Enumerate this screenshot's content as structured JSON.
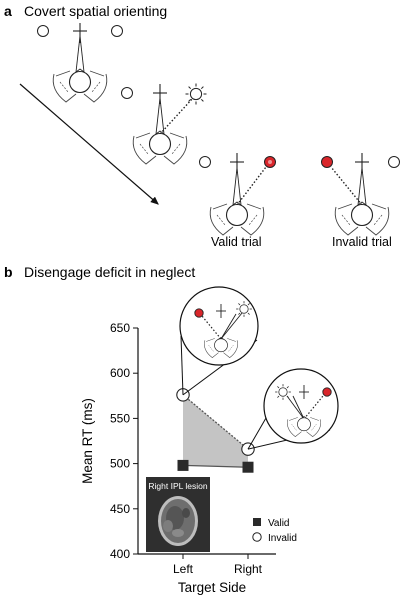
{
  "panel_a": {
    "letter": "a",
    "title": "Covert spatial orienting",
    "valid_label": "Valid trial",
    "invalid_label": "Invalid trial"
  },
  "panel_b": {
    "letter": "b",
    "title": "Disengage deficit in neglect",
    "inset_label": "Right IPL lesion"
  },
  "colors": {
    "target_red": "#d9262b",
    "shade": "#c4c4c4",
    "marker_dark": "#2a2a2a"
  },
  "chart_data": {
    "type": "line",
    "title": "",
    "xlabel": "Target Side",
    "ylabel": "Mean RT (ms)",
    "categories": [
      "Left",
      "Right"
    ],
    "ylim": [
      400,
      650
    ],
    "yticks": [
      "650",
      "600",
      "550",
      "500",
      "450",
      "400"
    ],
    "series": [
      {
        "name": "Valid",
        "marker": "filled-square",
        "values": [
          498,
          496
        ]
      },
      {
        "name": "Invalid",
        "marker": "open-circle",
        "values": [
          576,
          516
        ]
      }
    ],
    "legend_position": "bottom-right",
    "shaded_area_between_series": true
  }
}
